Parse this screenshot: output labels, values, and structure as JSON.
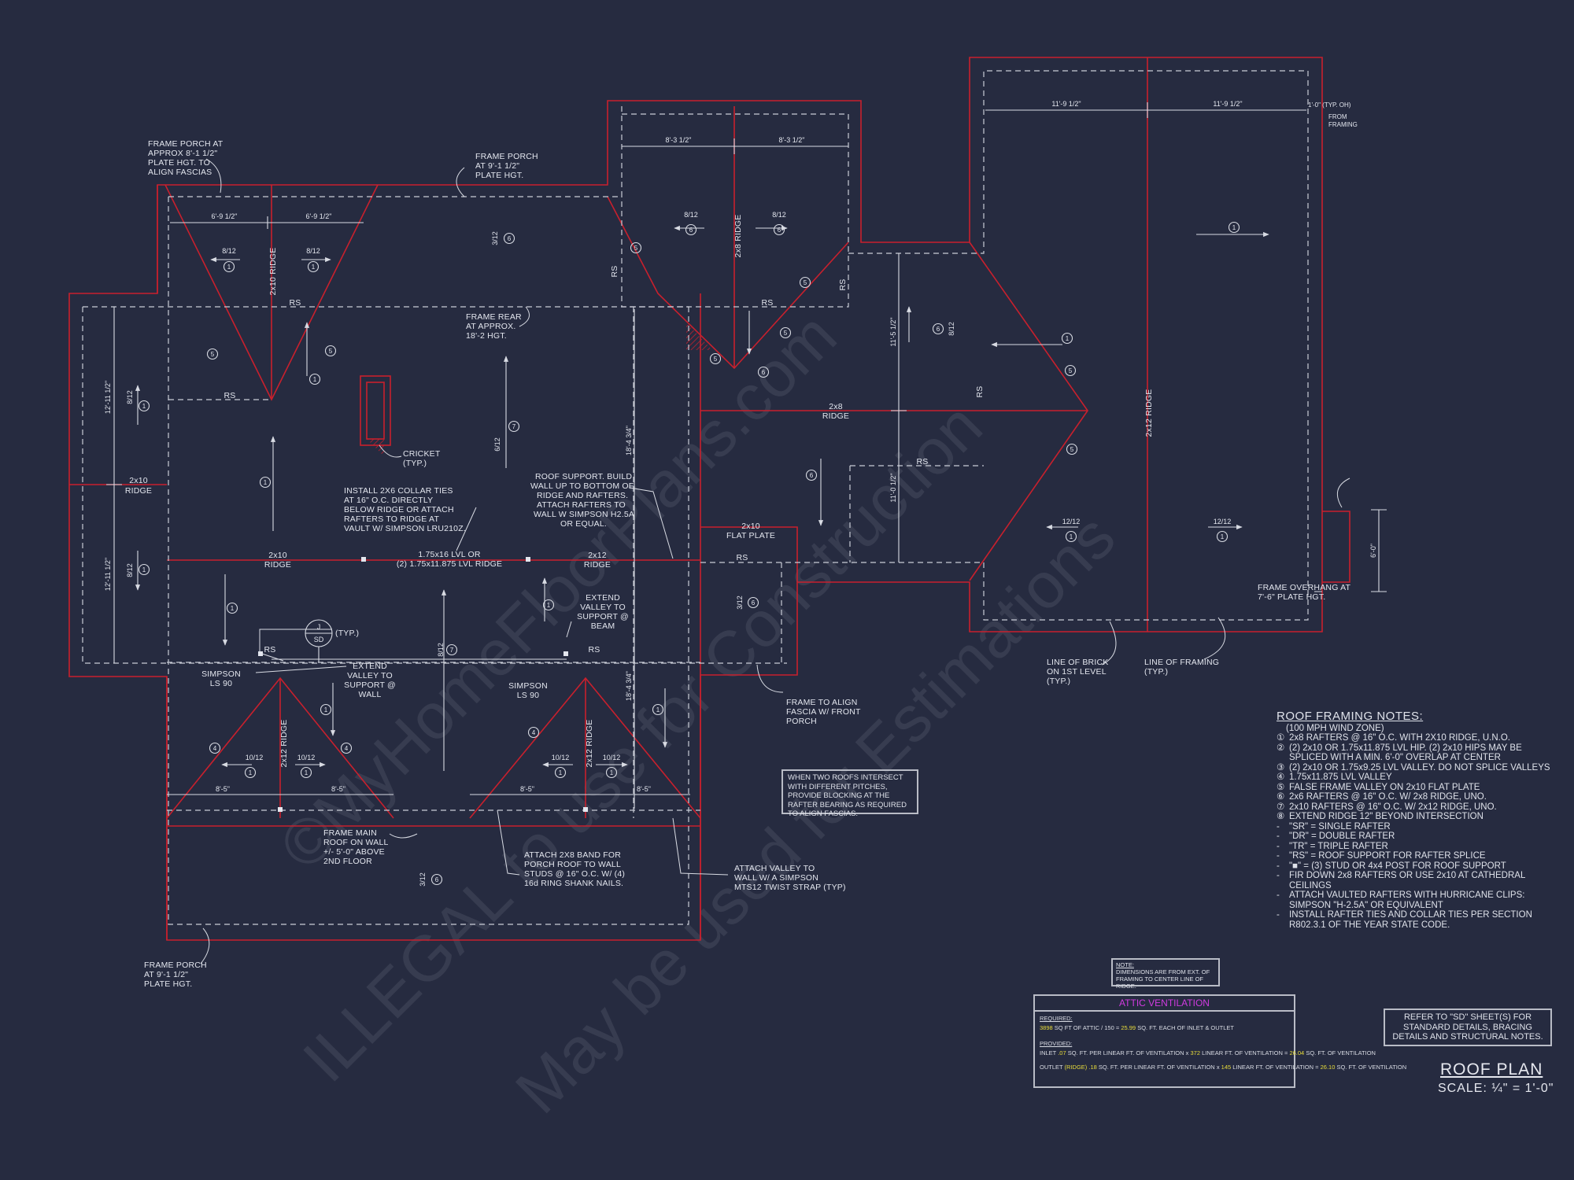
{
  "plan": {
    "title": "ROOF PLAN",
    "scale": "SCALE: ¼\" = 1'-0\""
  },
  "watermark": {
    "line1": "©MyHomeFloorPlans.com",
    "line2": "ILLEGAL to use for Construction",
    "line3": "May be used for Estimations"
  },
  "callouts": {
    "frame_porch_left": [
      "FRAME PORCH AT",
      "APPROX 8'-1 1/2\"",
      "PLATE HGT. TO",
      "ALIGN FASCIAS"
    ],
    "frame_porch_top": [
      "FRAME PORCH",
      "AT 9'-1 1/2\"",
      "PLATE HGT."
    ],
    "frame_rear": [
      "FRAME REAR",
      "AT APPROX.",
      "18'-2 HGT."
    ],
    "cricket": [
      "CRICKET",
      "(TYP.)"
    ],
    "collar_ties": [
      "INSTALL 2X6 COLLAR TIES",
      "AT 16\" O.C. DIRECTLY",
      "BELOW RIDGE OR ATTACH",
      "RAFTERS TO RIDGE AT",
      "VAULT W/ SIMPSON LRU210Z."
    ],
    "roof_support": [
      "ROOF SUPPORT. BUILD",
      "WALL UP TO BOTTOM OF",
      "RIDGE AND RAFTERS.",
      "ATTACH RAFTERS TO",
      "WALL W SIMPSON H2.5A",
      "OR EQUAL."
    ],
    "lvl_ridge": [
      "1.75x16 LVL OR",
      "(2) 1.75x11.875 LVL RIDGE"
    ],
    "extend_valley_right": [
      "EXTEND",
      "VALLEY TO",
      "SUPPORT @",
      "BEAM"
    ],
    "extend_valley_left": [
      "EXTEND",
      "VALLEY TO",
      "SUPPORT @",
      "WALL"
    ],
    "simpson_left": [
      "SIMPSON",
      "LS 90"
    ],
    "simpson_right": [
      "SIMPSON",
      "LS 90"
    ],
    "sd_typ": "(TYP.)",
    "sd_top": "J",
    "sd_bottom": "SD",
    "frame_main_roof": [
      "FRAME MAIN",
      "ROOF ON WALL",
      "+/- 5'-0\" ABOVE",
      "2ND FLOOR"
    ],
    "attach_band": [
      "ATTACH 2X8 BAND FOR",
      "PORCH ROOF TO WALL",
      "STUDS @ 16\" O.C. W/ (4)",
      "16d RING SHANK NAILS."
    ],
    "attach_valley": [
      "ATTACH VALLEY TO",
      "WALL W/ A SIMPSON",
      "MTS12 TWIST STRAP (TYP)"
    ],
    "frame_align": [
      "FRAME TO ALIGN",
      "FASCIA W/ FRONT",
      "PORCH"
    ],
    "frame_porch_bottom": [
      "FRAME PORCH",
      "AT 9'-1 1/2\"",
      "PLATE HGT."
    ],
    "line_of_brick": [
      "LINE OF BRICK",
      "ON 1ST LEVEL",
      "(TYP.)"
    ],
    "line_of_framing": [
      "LINE OF FRAMING",
      "(TYP.)"
    ],
    "frame_overhang": [
      "FRAME OVERHANG AT",
      "7'-6\" PLATE HGT."
    ],
    "from_framing": [
      "1'-0\" (TYP. OH)",
      "FROM",
      "FRAMING"
    ]
  },
  "members": {
    "ridge_2x10_left": [
      "2x10",
      "RIDGE"
    ],
    "ridge_2x10_mid": [
      "2x10",
      "RIDGE"
    ],
    "ridge_2x12_mid": [
      "2x12",
      "RIDGE"
    ],
    "ridge_2x10_wing": [
      "2x10",
      "RIDGE"
    ],
    "ridge_2x10_porch": "2x10 RIDGE",
    "ridge_2x8_top": "2x8 RIDGE",
    "ridge_2x8_east": [
      "2x8",
      "RIDGE"
    ],
    "ridge_2x12_garage": "2x12 RIDGE",
    "ridge_2x12_gable_l": "2x12 RIDGE",
    "ridge_2x12_gable_r": "2x12 RIDGE",
    "flat_plate": [
      "2x10",
      "FLAT PLATE"
    ],
    "rs": "RS"
  },
  "dimensions": {
    "d_6_9a": "6'-9 1/2\"",
    "d_6_9b": "6'-9 1/2\"",
    "d_8_3a": "8'-3 1/2\"",
    "d_8_3b": "8'-3 1/2\"",
    "d_11_9a": "11'-9 1/2\"",
    "d_11_9b": "11'-9 1/2\"",
    "d_12_11a": "12'-11 1/2\"",
    "d_12_11b": "12'-11 1/2\"",
    "d_18_4a": "18'-4 3/4\"",
    "d_18_4b": "18'-4 3/4\"",
    "d_11_5": "11'-5 1/2\"",
    "d_11_0": "11'-0 1/2\"",
    "d_8_5a": "8'-5\"",
    "d_8_5b": "8'-5\"",
    "d_8_5c": "8'-5\"",
    "d_8_5d": "8'-5\"",
    "d_6_0": "6'-0\""
  },
  "pitches": {
    "p8": "8/12",
    "p6": "6/12",
    "p3": "3/12",
    "p10": "10/12",
    "p12": "12/12"
  },
  "notes": {
    "heading": "ROOF FRAMING NOTES:",
    "zone": "(100 MPH WIND ZONE)",
    "items": [
      {
        "mark": "①",
        "text": "2x8 RAFTERS @ 16\" O.C. WITH 2X10 RIDGE, U.N.O."
      },
      {
        "mark": "②",
        "text": "(2) 2x10 OR 1.75x11.875 LVL HIP. (2) 2x10 HIPS MAY BE SPLICED WITH A MIN. 6'-0\" OVERLAP AT CENTER"
      },
      {
        "mark": "③",
        "text": "(2) 2x10 OR 1.75x9.25 LVL VALLEY. DO NOT SPLICE VALLEYS"
      },
      {
        "mark": "④",
        "text": "1.75x11.875 LVL VALLEY"
      },
      {
        "mark": "⑤",
        "text": "FALSE FRAME VALLEY ON 2x10 FLAT PLATE"
      },
      {
        "mark": "⑥",
        "text": "2x6 RAFTERS @ 16\" O.C. W/ 2x8 RIDGE, UNO."
      },
      {
        "mark": "⑦",
        "text": "2x10 RAFTERS @ 16\" O.C. W/ 2x12 RIDGE, UNO."
      },
      {
        "mark": "⑧",
        "text": "EXTEND RIDGE 12\" BEYOND INTERSECTION"
      },
      {
        "mark": "-",
        "text": "\"SR\" = SINGLE RAFTER"
      },
      {
        "mark": "-",
        "text": "\"DR\" = DOUBLE RAFTER"
      },
      {
        "mark": "-",
        "text": "\"TR\" = TRIPLE RAFTER"
      },
      {
        "mark": "-",
        "text": "\"RS\" = ROOF SUPPORT FOR RAFTER SPLICE"
      },
      {
        "mark": "-",
        "text": "\"■\" = (3) STUD OR 4x4 POST FOR ROOF SUPPORT"
      },
      {
        "mark": "-",
        "text": "FIR DOWN 2x8 RAFTERS OR USE 2x10 AT CATHEDRAL CEILINGS"
      },
      {
        "mark": "-",
        "text": "ATTACH VAULTED RAFTERS WITH HURRICANE CLIPS: SIMPSON \"H-2.5A\" OR EQUIVALENT"
      },
      {
        "mark": "-",
        "text": "INSTALL RAFTER TIES AND COLLAR TIES PER SECTION R802.3.1 OF THE YEAR STATE CODE."
      }
    ]
  },
  "pitch_note": "WHEN TWO ROOFS INTERSECT WITH DIFFERENT PITCHES, PROVIDE BLOCKING AT THE RAFTER BEARING AS REQUIRED TO ALIGN FASCIAS.",
  "dim_note": {
    "label": "NOTE:",
    "text": "DIMENSIONS ARE FROM EXT. OF FRAMING TO CENTER LINE OF RIDGE."
  },
  "reference": "REFER TO \"SD\" SHEET(S) FOR STANDARD DETAILS, BRACING DETAILS AND STRUCTURAL NOTES.",
  "attic": {
    "title": "ATTIC VENTILATION",
    "required_label": "REQUIRED:",
    "attic_sqft": "3898",
    "req_text1": "SQ FT OF ATTIC / 150 =",
    "req_value": "25.99",
    "req_text2": "SQ. FT. EACH OF INLET & OUTLET",
    "provided_label": "PROVIDED:",
    "inlet_label": "INLET",
    "inlet_per": ".07",
    "inlet_text": "SQ. FT. PER LINEAR FT. OF VENTILATION",
    "inlet_lf": "372",
    "inlet_lf_text": "LINEAR FT. OF VENTILATION",
    "inlet_total": "26.04",
    "inlet_total_text": "SQ. FT. OF VENTILATION",
    "outlet_label": "OUTLET",
    "outlet_ridge": "(RIDGE)",
    "outlet_per": ".18",
    "outlet_text": "SQ. FT. PER LINEAR FT. OF VENTILATION",
    "outlet_lf": "145",
    "outlet_lf_text": "LINEAR FT. OF VENTILATION",
    "outlet_total": "26.10",
    "outlet_total_text": "SQ. FT. OF VENTILATION"
  }
}
